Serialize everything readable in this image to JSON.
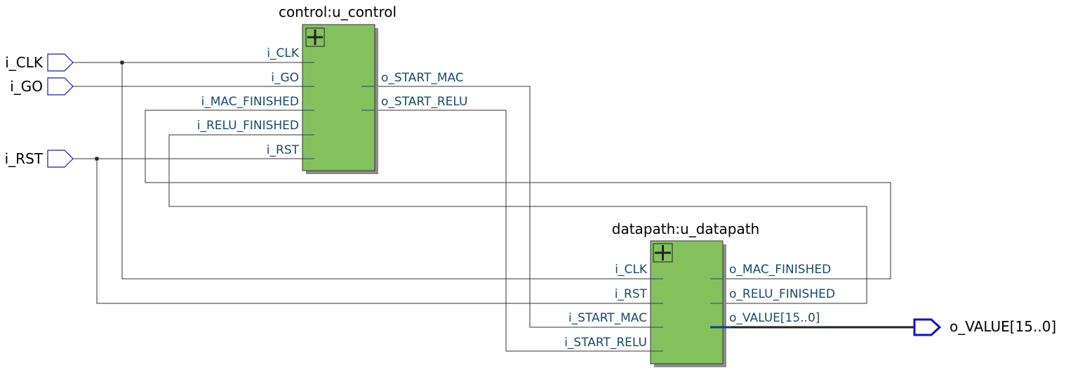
{
  "top_ports": {
    "inputs": [
      "i_CLK",
      "i_GO",
      "i_RST"
    ],
    "output": "o_VALUE[15..0]"
  },
  "control": {
    "title": "control:u_control",
    "inputs": [
      "i_CLK",
      "i_GO",
      "i_MAC_FINISHED",
      "i_RELU_FINISHED",
      "i_RST"
    ],
    "outputs": [
      "o_START_MAC",
      "o_START_RELU"
    ]
  },
  "datapath": {
    "title": "datapath:u_datapath",
    "inputs": [
      "i_CLK",
      "i_RST",
      "i_START_MAC",
      "i_START_RELU"
    ],
    "outputs": [
      "o_MAC_FINISHED",
      "o_RELU_FINISHED",
      "o_VALUE[15..0]"
    ]
  },
  "icons": {
    "expand": "plus-icon"
  },
  "colors": {
    "block_fill": "#84c15d",
    "pin_text": "#1a4a6b",
    "port_outline": "#1a1ab0"
  }
}
